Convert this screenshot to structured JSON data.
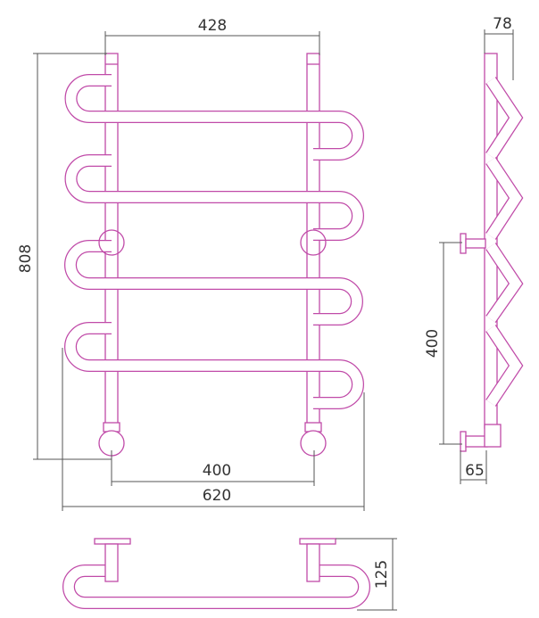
{
  "dimensions": {
    "top_width": "428",
    "total_height": "808",
    "connection_spacing": "400",
    "total_width": "620",
    "depth": "78",
    "side_connection_spacing": "400",
    "wall_offset": "65",
    "bottom_depth": "125"
  },
  "colors": {
    "tube": "#c04aa8",
    "dimension": "#555555"
  }
}
